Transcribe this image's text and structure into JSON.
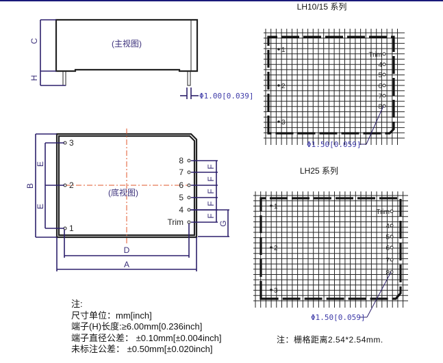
{
  "front_view": {
    "label": "(主视图)",
    "dims": {
      "c": "C",
      "h": "H"
    },
    "pin_diameter": "Φ1.00[0.039]"
  },
  "bottom_view": {
    "label": "(底视图)",
    "left_pins": [
      "3",
      "2",
      "1"
    ],
    "right_pins": [
      "8",
      "7",
      "6",
      "5",
      "4",
      "Trim"
    ],
    "dims": {
      "a": "A",
      "b": "B",
      "d": "D",
      "e": "E",
      "f": "F",
      "g": "G"
    }
  },
  "grid_lh10": {
    "title": "LH10/15  系列",
    "left_pins": [
      "1",
      "2",
      "3"
    ],
    "right_pins": [
      "Trim",
      "4",
      "5",
      "6",
      "7",
      "8"
    ],
    "hole": "Φ1.50[0.059]"
  },
  "grid_lh25": {
    "title": "LH25  系列",
    "left_pins": [
      "1",
      "2",
      "3"
    ],
    "right_pins": [
      "Trim",
      "4",
      "5",
      "6",
      "7",
      "8"
    ],
    "hole": "Φ1.50[0.059]"
  },
  "notes": {
    "heading": "注:",
    "lines": [
      "尺寸单位：mm[inch]",
      "端子(H)长度:≥6.00mm[0.236inch]",
      "端子直径公差： ±0.10mm[±0.004inch]",
      "未标注公差： ±0.50mm[±0.020inch]"
    ]
  },
  "grid_note": "注：栅格距离2.54*2.54mm.",
  "colors": {
    "dimension": "#2b1f6b",
    "centerline": "#e0552a",
    "callout": "#3d3aa8"
  }
}
